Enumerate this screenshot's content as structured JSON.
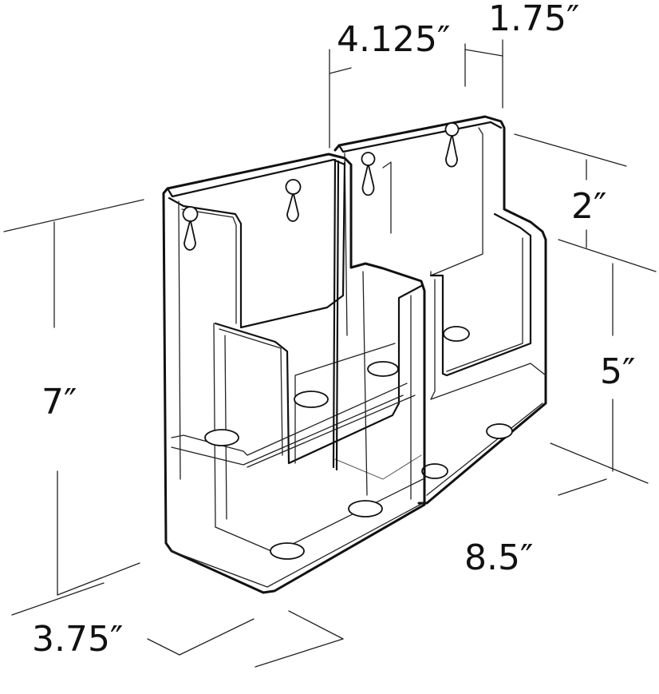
{
  "dimensions": {
    "top_width": "4.125″",
    "top_depth": "1.75″",
    "front_pocket_step": "2″",
    "rear_height": "5″",
    "total_height": "7″",
    "total_width": "8.5″",
    "total_depth": "3.75″"
  },
  "colors": {
    "line": "#111111",
    "background": "#ffffff"
  }
}
